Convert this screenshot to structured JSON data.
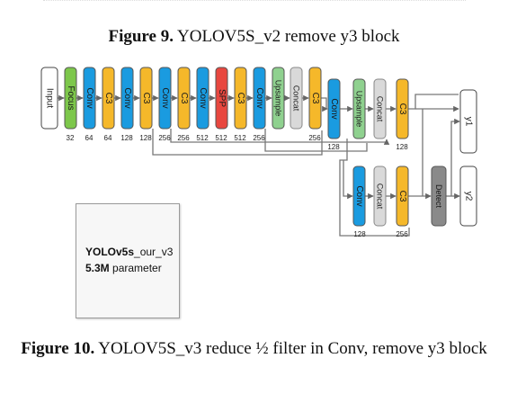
{
  "captions": {
    "fig9_label": "Figure 9.",
    "fig9_text": " YOLOV5S_v2 remove y3 block",
    "fig10_label": "Figure 10.",
    "fig10_text": " YOLOV5S_v3 reduce ½ filter in Conv, remove y3 block"
  },
  "note": {
    "model_bold": "YOLOv5s",
    "model_rest": "_our_v3",
    "param_bold": "5.3M",
    "param_rest": " parameter"
  },
  "colors": {
    "conv": "#1a9be0",
    "c3": "#f5b82a",
    "spp": "#e8473f",
    "focus": "#7dc74b",
    "upsample": "#8fd18f",
    "concat": "#d9d9d9",
    "detect": "#8a8a8a",
    "io": "#ffffff"
  },
  "blocks": [
    {
      "id": "input",
      "label": "Input",
      "type": "io",
      "filters": ""
    },
    {
      "id": "focus",
      "label": "Focus",
      "type": "focus",
      "filters": "32"
    },
    {
      "id": "conv1",
      "label": "Conv",
      "type": "conv",
      "filters": "64"
    },
    {
      "id": "c3_1",
      "label": "C3",
      "type": "c3",
      "filters": "64"
    },
    {
      "id": "conv2",
      "label": "Conv",
      "type": "conv",
      "filters": "128"
    },
    {
      "id": "c3_2",
      "label": "C3",
      "type": "c3",
      "filters": "128"
    },
    {
      "id": "conv3",
      "label": "Conv",
      "type": "conv",
      "filters": "256"
    },
    {
      "id": "c3_3",
      "label": "C3",
      "type": "c3",
      "filters": "256"
    },
    {
      "id": "conv4",
      "label": "Conv",
      "type": "conv",
      "filters": "512"
    },
    {
      "id": "spp",
      "label": "SPP",
      "type": "spp",
      "filters": "512"
    },
    {
      "id": "c3_4",
      "label": "C3",
      "type": "c3",
      "filters": "512"
    },
    {
      "id": "conv5",
      "label": "Conv",
      "type": "conv",
      "filters": "256"
    },
    {
      "id": "up1",
      "label": "Upsample",
      "type": "upsample",
      "filters": ""
    },
    {
      "id": "concat1",
      "label": "Concat",
      "type": "concat",
      "filters": ""
    },
    {
      "id": "c3_5",
      "label": "C3",
      "type": "c3",
      "filters": "256"
    },
    {
      "id": "conv6",
      "label": "Conv",
      "type": "conv",
      "filters": "128"
    },
    {
      "id": "up2",
      "label": "Upsample",
      "type": "upsample",
      "filters": ""
    },
    {
      "id": "concat2",
      "label": "Concat",
      "type": "concat",
      "filters": ""
    },
    {
      "id": "c3_6",
      "label": "C3",
      "type": "c3",
      "filters": "128"
    },
    {
      "id": "conv7",
      "label": "Conv",
      "type": "conv",
      "filters": "128"
    },
    {
      "id": "concat3",
      "label": "Concat",
      "type": "concat",
      "filters": ""
    },
    {
      "id": "c3_7",
      "label": "C3",
      "type": "c3",
      "filters": "256"
    },
    {
      "id": "detect",
      "label": "Detect",
      "type": "detect",
      "filters": ""
    },
    {
      "id": "y1",
      "label": "y1",
      "type": "io",
      "filters": ""
    },
    {
      "id": "y2",
      "label": "y2",
      "type": "io",
      "filters": ""
    }
  ]
}
